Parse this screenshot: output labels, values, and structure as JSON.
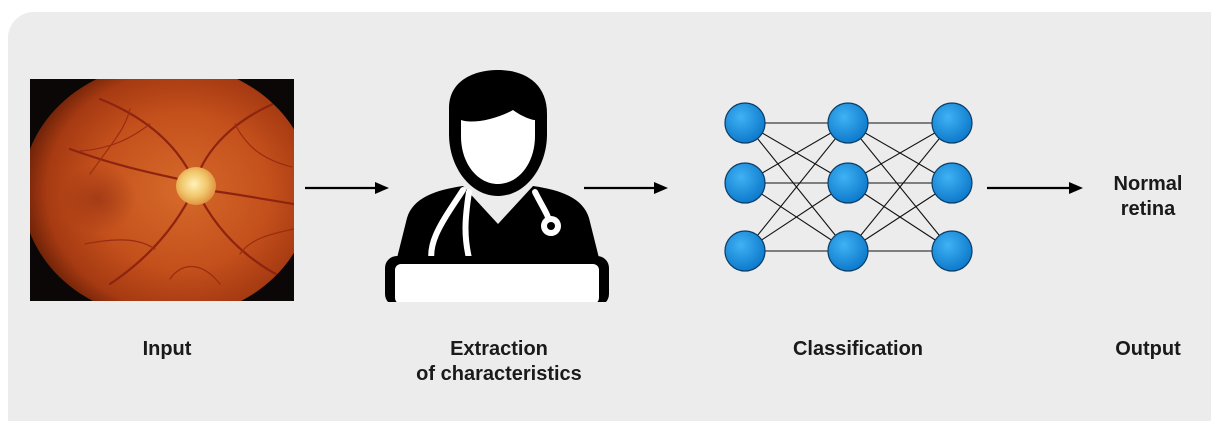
{
  "stages": {
    "input": "Input",
    "extraction_line1": "Extraction",
    "extraction_line2": "of characteristics",
    "classification": "Classification",
    "output": "Output"
  },
  "result": {
    "line1": "Normal",
    "line2": "retina"
  },
  "icons": {
    "input_image": "retina-fundus-photo",
    "extraction": "doctor-with-laptop-icon",
    "classification": "neural-network-icon"
  },
  "colors": {
    "panel_background": "#ececec",
    "node_fill": "#1a8fe0",
    "retina_orange": "#c8501c",
    "optic_disc": "#f3c766",
    "icon_dark": "#000000"
  }
}
